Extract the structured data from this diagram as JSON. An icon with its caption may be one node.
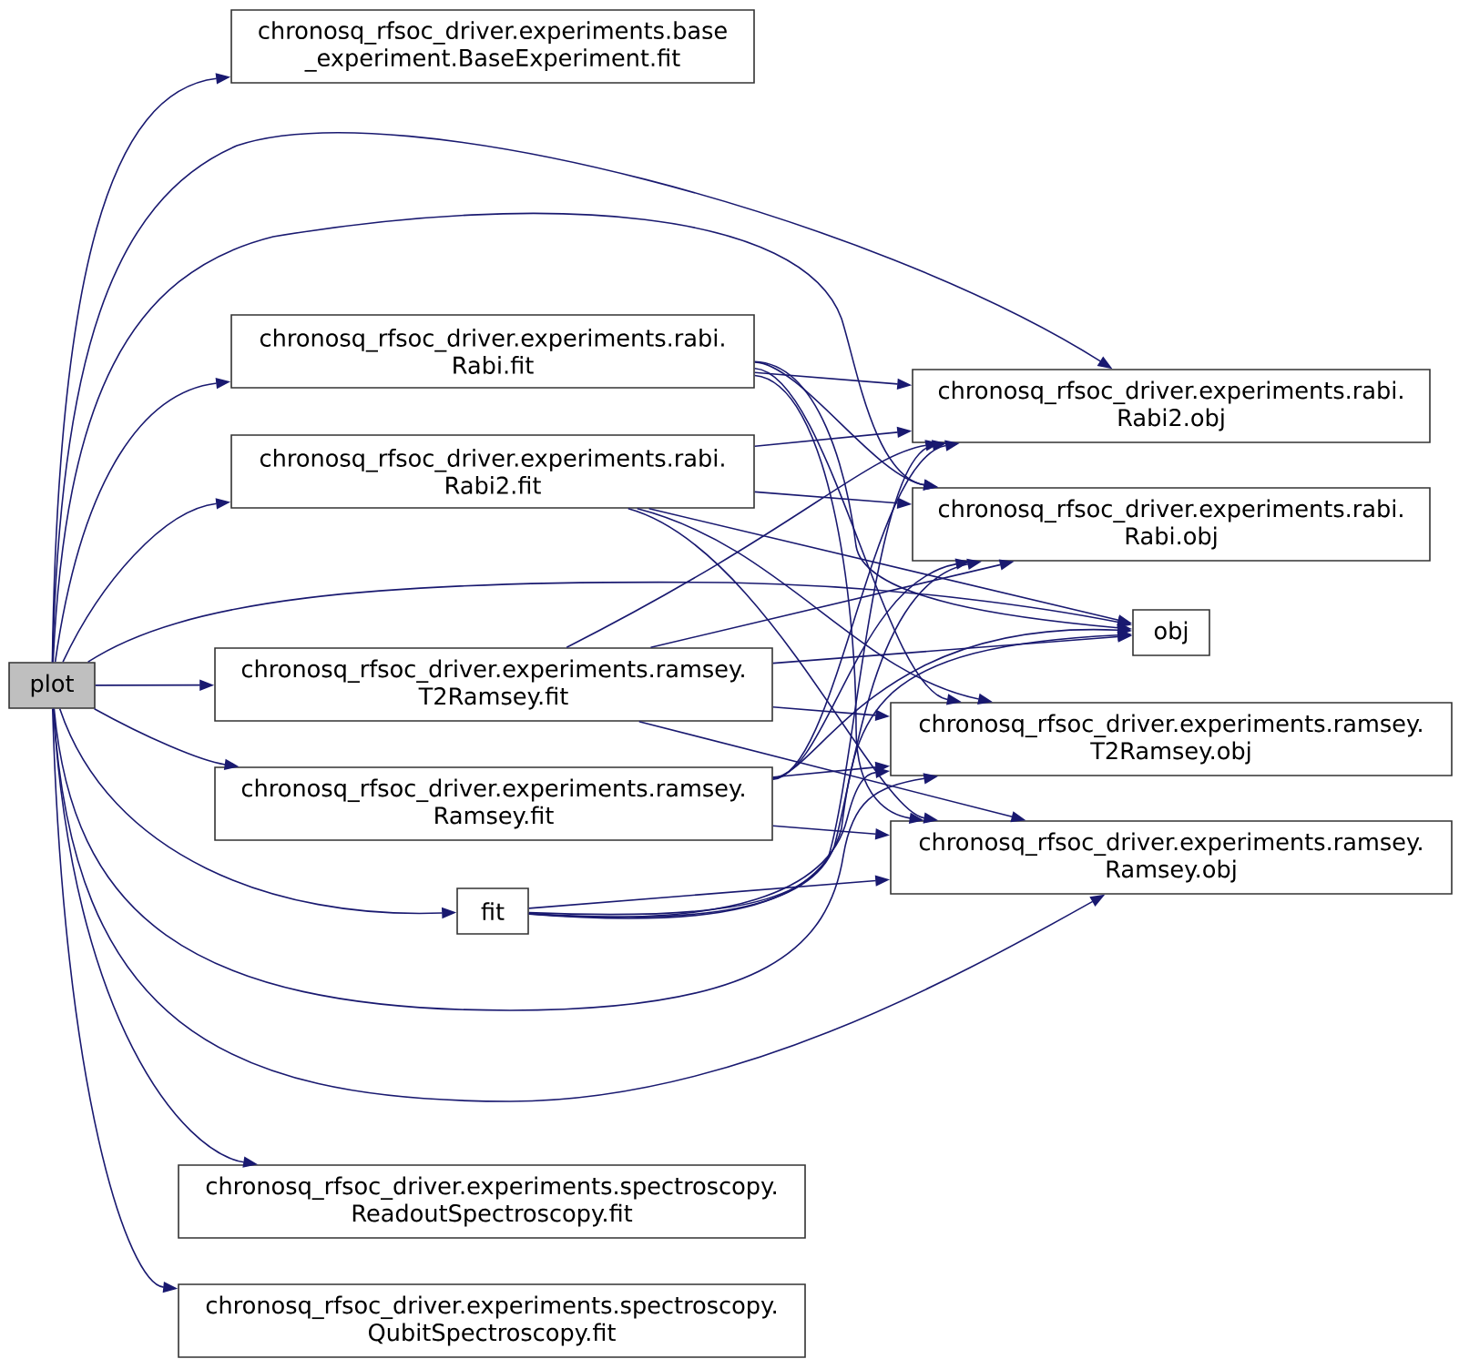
{
  "diagram": {
    "nodes": [
      {
        "text": [
          "plot"
        ]
      },
      {
        "text": [
          "chronosq_rfsoc_driver.experiments.base _experiment.BaseExperiment.fit"
        ]
      },
      {
        "text": [
          "chronosq_rfsoc_driver.experiments.rabi. Rabi.fit"
        ]
      },
      {
        "text": [
          "chronosq_rfsoc_driver.experiments.rabi. Rabi2.fit"
        ]
      },
      {
        "text": [
          "chronosq_rfsoc_driver.experiments.ramsey. T2Ramsey.fit"
        ]
      },
      {
        "text": [
          "chronosq_rfsoc_driver.experiments.ramsey. Ramsey.fit"
        ]
      },
      {
        "text": [
          "fit"
        ]
      },
      {
        "text": [
          "chronosq_rfsoc_driver.experiments.spectroscopy. ReadoutSpectroscopy.fit"
        ]
      },
      {
        "text": [
          "chronosq_rfsoc_driver.experiments.spectroscopy. QubitSpectroscopy.fit"
        ]
      },
      {
        "text": [
          "chronosq_rfsoc_driver.experiments.rabi. Rabi2.obj"
        ]
      },
      {
        "text": [
          "chronosq_rfsoc_driver.experiments.rabi. Rabi.obj"
        ]
      },
      {
        "text": [
          "obj"
        ]
      },
      {
        "text": [
          "chronosq_rfsoc_driver.experiments.ramsey. T2Ramsey.obj"
        ]
      },
      {
        "text": [
          "chronosq_rfsoc_driver.experiments.ramsey. Ramsey.obj"
        ]
      }
    ],
    "edges": [
      {
        "from": 0,
        "to": 1,
        "arrow": "to"
      },
      {
        "from": 0,
        "to": 9,
        "arrow": "to"
      },
      {
        "from": 0,
        "to": 10,
        "arrow": "to"
      },
      {
        "from": 0,
        "to": 2,
        "arrow": "to"
      },
      {
        "from": 0,
        "to": 3,
        "arrow": "to"
      },
      {
        "from": 0,
        "to": 11,
        "arrow": "to"
      },
      {
        "from": 0,
        "to": 4,
        "arrow": "to"
      },
      {
        "from": 0,
        "to": 5,
        "arrow": "to"
      },
      {
        "from": 0,
        "to": 6,
        "arrow": "to"
      },
      {
        "from": 0,
        "to": 12,
        "arrow": "to"
      },
      {
        "from": 0,
        "to": 13,
        "arrow": "to"
      },
      {
        "from": 0,
        "to": 7,
        "arrow": "to"
      },
      {
        "from": 0,
        "to": 8,
        "arrow": "to"
      },
      {
        "from": 2,
        "to": 9,
        "arrow": "to"
      },
      {
        "from": 2,
        "to": 10,
        "arrow": "to"
      },
      {
        "from": 2,
        "to": 11,
        "arrow": "to"
      },
      {
        "from": 2,
        "to": 12,
        "arrow": "to"
      },
      {
        "from": 2,
        "to": 13,
        "arrow": "to"
      },
      {
        "from": 3,
        "to": 9,
        "arrow": "to"
      },
      {
        "from": 3,
        "to": 10,
        "arrow": "to"
      },
      {
        "from": 3,
        "to": 11,
        "arrow": "to"
      },
      {
        "from": 3,
        "to": 12,
        "arrow": "to"
      },
      {
        "from": 3,
        "to": 13,
        "arrow": "to"
      },
      {
        "from": 4,
        "to": 9,
        "arrow": "to"
      },
      {
        "from": 4,
        "to": 10,
        "arrow": "to"
      },
      {
        "from": 4,
        "to": 11,
        "arrow": "to"
      },
      {
        "from": 4,
        "to": 12,
        "arrow": "to"
      },
      {
        "from": 4,
        "to": 13,
        "arrow": "to"
      },
      {
        "from": 5,
        "to": 9,
        "arrow": "to"
      },
      {
        "from": 5,
        "to": 10,
        "arrow": "to"
      },
      {
        "from": 5,
        "to": 11,
        "arrow": "to"
      },
      {
        "from": 5,
        "to": 12,
        "arrow": "to"
      },
      {
        "from": 5,
        "to": 13,
        "arrow": "to"
      },
      {
        "from": 6,
        "to": 9,
        "arrow": "to"
      },
      {
        "from": 6,
        "to": 10,
        "arrow": "to"
      },
      {
        "from": 6,
        "to": 11,
        "arrow": "to"
      },
      {
        "from": 6,
        "to": 12,
        "arrow": "to"
      },
      {
        "from": 6,
        "to": 13,
        "arrow": "to"
      }
    ]
  }
}
